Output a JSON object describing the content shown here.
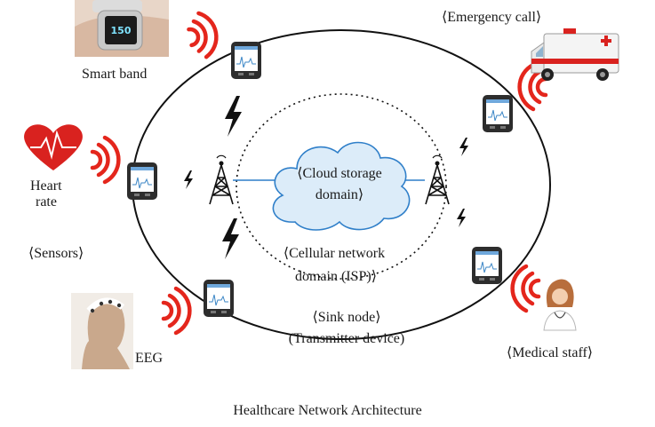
{
  "labels": {
    "smart_band": "Smart band",
    "heart": "Heart",
    "rate": "rate",
    "sensors": "⟨Sensors⟩",
    "eeg": "EEG",
    "emergency_call": "⟨Emergency call⟩",
    "medical_staff": "⟨Medical staff⟩",
    "cloud_line1": "⟨Cloud storage",
    "cloud_line2": "domain⟩",
    "cellular_line1": "⟨Cellular network",
    "cellular_line2": "domain (ISP)⟩",
    "sink_node": "⟨Sink node⟩",
    "transmitter": "(Transmitter device)"
  },
  "smart_band_screen": "150",
  "caption": "Healthcare Network Architecture",
  "colors": {
    "cloud_fill": "#dcecf9",
    "cloud_stroke": "#2f7fc9",
    "link_line": "#2f7fc9",
    "signal_waves": "#e4261c",
    "heart": "#d9221f",
    "ambulance_stripe": "#d9221f",
    "device_body": "#2d2d2d",
    "ring": "#111111",
    "bolt": "#111111"
  },
  "icons": [
    "smartwatch-icon",
    "heart-icon",
    "eeg-head-icon",
    "ambulance-icon",
    "doctor-icon",
    "tower-icon",
    "handheld-device-icon",
    "lightning-icon",
    "wireless-signal-icon",
    "cloud-icon"
  ]
}
